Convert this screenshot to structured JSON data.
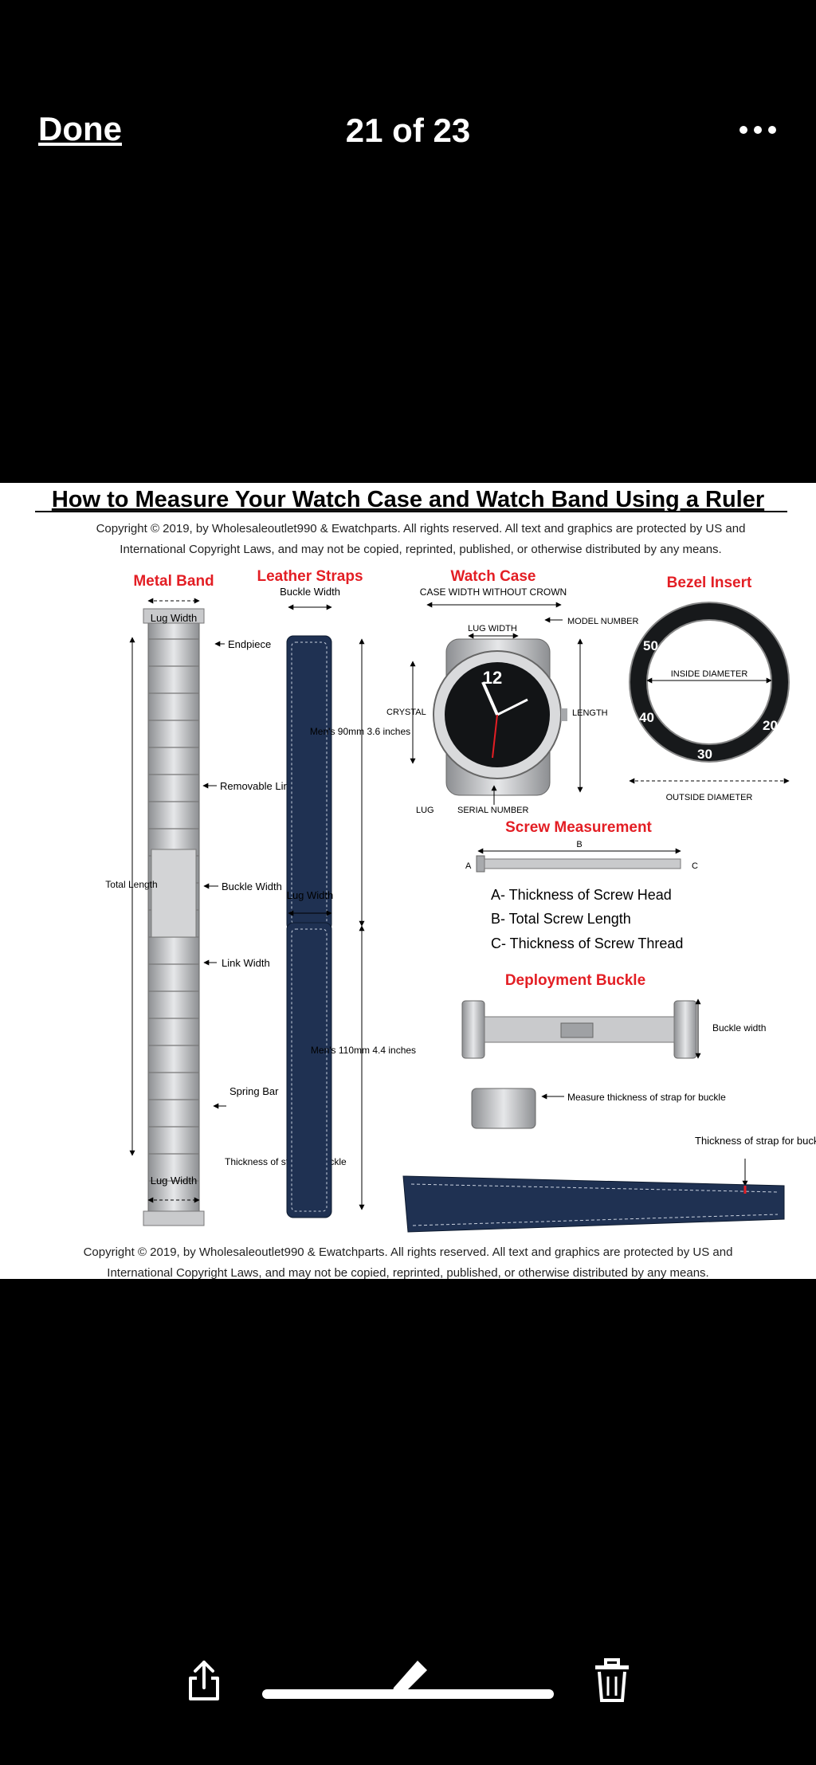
{
  "viewer": {
    "done_label": "Done",
    "counter": "21 of 23",
    "more_icon": "ellipsis-icon",
    "toolbar_icons": [
      "share-icon",
      "markup-pen-icon",
      "trash-icon"
    ]
  },
  "infographic": {
    "title": "How to Measure Your Watch Case and Watch Band Using a Ruler",
    "copyright_line1": "Copyright  © 2019, by Wholesaleoutlet990 & Ewatchparts. All rights reserved. All text and graphics are protected by US and",
    "copyright_line2": "International Copyright Laws, and may not be copied, reprinted, published, or otherwise distributed by any  means.",
    "metal_band": {
      "heading": "Metal Band",
      "lug_width_top": "Lug Width",
      "endpiece": "Endpiece",
      "removable_link": "Removable Link",
      "total_length": "Total Length",
      "buckle_width": "Buckle Width",
      "link_width": "Link Width",
      "spring_bar": "Spring Bar",
      "thickness_strap": "Thickness of strap for buckle",
      "lug_width_bottom": "Lug Width"
    },
    "leather_straps": {
      "heading": "Leather Straps",
      "buckle_width": "Buckle Width",
      "mens_short": "Men's 90mm 3.6 inches",
      "lug_width": "Lug Width",
      "mens_long": "Men's 110mm 4.4 inches"
    },
    "watch_case": {
      "heading": "Watch Case",
      "case_width": "CASE WIDTH WITHOUT CROWN",
      "lug_width": "LUG WIDTH",
      "model_number": "MODEL NUMBER",
      "crystal": "CRYSTAL",
      "length": "LENGTH",
      "lug": "LUG",
      "serial_number": "SERIAL NUMBER"
    },
    "bezel_insert": {
      "heading": "Bezel Insert",
      "inside_diameter": "INSIDE DIAMETER",
      "outside_diameter": "OUTSIDE DIAMETER",
      "numerals": [
        "50",
        "40",
        "30",
        "20"
      ]
    },
    "screw_measurement": {
      "heading": "Screw Measurement",
      "label_a": "A",
      "label_b": "B",
      "label_c": "C",
      "items": [
        "A- Thickness of Screw Head",
        "B- Total Screw Length",
        "C- Thickness of Screw Thread"
      ]
    },
    "deployment_buckle": {
      "heading": "Deployment Buckle",
      "buckle_width": "Buckle width",
      "measure_thickness": "Measure thickness of strap for buckle",
      "thickness_strap": "Thickness of strap for buckle"
    },
    "colors": {
      "heading_red": "#e31e24",
      "strap_blue": "#1f3152",
      "steel": "#b7b9bc"
    }
  }
}
